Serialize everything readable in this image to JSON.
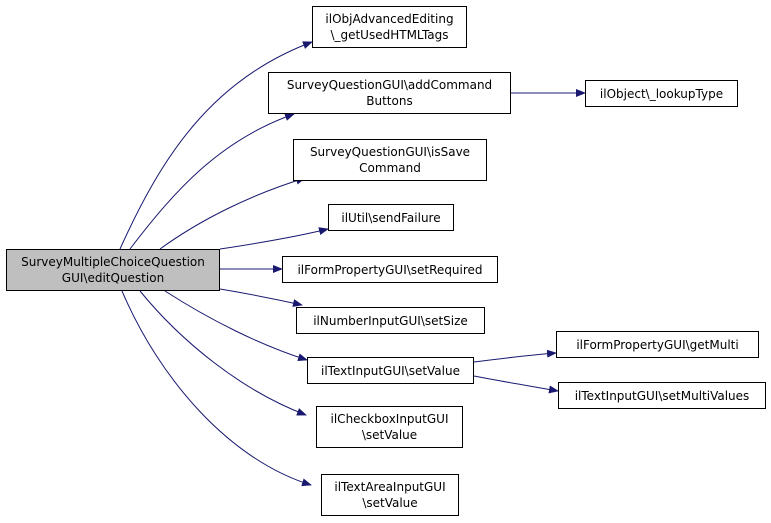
{
  "colors": {
    "edge": "#191970",
    "root_fill": "#bfbfbf",
    "node_fill": "#ffffff",
    "node_border": "#000000"
  },
  "nodes": {
    "root": {
      "line1": "SurveyMultipleChoiceQuestion",
      "line2": "GUI\\editQuestion"
    },
    "advanced_editing": {
      "line1": "ilObjAdvancedEditing",
      "line2": "\\_getUsedHTMLTags"
    },
    "add_command_buttons": {
      "line1": "SurveyQuestionGUI\\addCommand",
      "line2": "Buttons"
    },
    "lookup_type": {
      "line1": "ilObject\\_lookupType"
    },
    "is_save_command": {
      "line1": "SurveyQuestionGUI\\isSave",
      "line2": "Command"
    },
    "send_failure": {
      "line1": "ilUtil\\sendFailure"
    },
    "set_required": {
      "line1": "ilFormPropertyGUI\\setRequired"
    },
    "set_size": {
      "line1": "ilNumberInputGUI\\setSize"
    },
    "text_set_value": {
      "line1": "ilTextInputGUI\\setValue"
    },
    "get_multi": {
      "line1": "ilFormPropertyGUI\\getMulti"
    },
    "set_multi_values": {
      "line1": "ilTextInputGUI\\setMultiValues"
    },
    "checkbox_set_value": {
      "line1": "ilCheckboxInputGUI",
      "line2": "\\setValue"
    },
    "textarea_set_value": {
      "line1": "ilTextAreaInputGUI",
      "line2": "\\setValue"
    }
  },
  "edges": [
    {
      "from": "root",
      "to": "advanced_editing"
    },
    {
      "from": "root",
      "to": "add_command_buttons"
    },
    {
      "from": "add_command_buttons",
      "to": "lookup_type"
    },
    {
      "from": "root",
      "to": "is_save_command"
    },
    {
      "from": "root",
      "to": "send_failure"
    },
    {
      "from": "root",
      "to": "set_required"
    },
    {
      "from": "root",
      "to": "set_size"
    },
    {
      "from": "root",
      "to": "text_set_value"
    },
    {
      "from": "text_set_value",
      "to": "get_multi"
    },
    {
      "from": "text_set_value",
      "to": "set_multi_values"
    },
    {
      "from": "root",
      "to": "checkbox_set_value"
    },
    {
      "from": "root",
      "to": "textarea_set_value"
    }
  ]
}
